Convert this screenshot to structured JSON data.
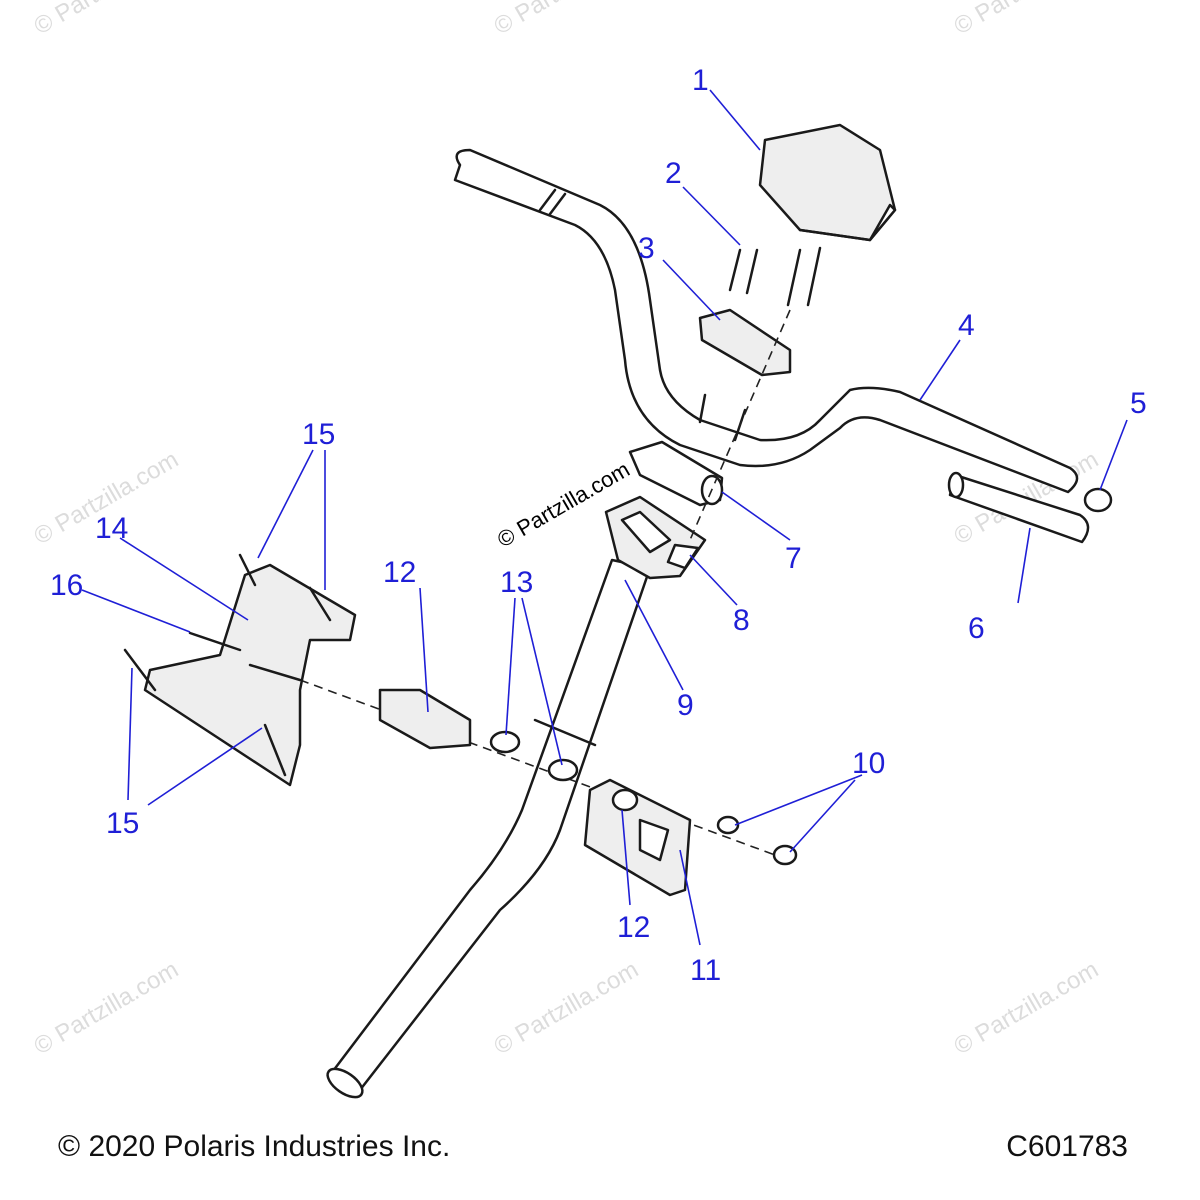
{
  "copyright": "© 2020 Polaris Industries Inc.",
  "diagram_id": "C601783",
  "center_watermark": "© Partzilla.com",
  "watermark_text": "© Partzilla.com",
  "callouts": [
    {
      "id": "c1",
      "label": "1"
    },
    {
      "id": "c2",
      "label": "2"
    },
    {
      "id": "c3",
      "label": "3"
    },
    {
      "id": "c4",
      "label": "4"
    },
    {
      "id": "c5",
      "label": "5"
    },
    {
      "id": "c6",
      "label": "6"
    },
    {
      "id": "c7",
      "label": "7"
    },
    {
      "id": "c8",
      "label": "8"
    },
    {
      "id": "c9",
      "label": "9"
    },
    {
      "id": "c10",
      "label": "10"
    },
    {
      "id": "c11",
      "label": "11"
    },
    {
      "id": "c12a",
      "label": "12"
    },
    {
      "id": "c12b",
      "label": "12"
    },
    {
      "id": "c13",
      "label": "13"
    },
    {
      "id": "c14",
      "label": "14"
    },
    {
      "id": "c15a",
      "label": "15"
    },
    {
      "id": "c15b",
      "label": "15"
    },
    {
      "id": "c16",
      "label": "16"
    }
  ],
  "colors": {
    "callout": "#1f1fd6",
    "line": "#1a1a1a",
    "watermark": "#dcdcdc"
  }
}
